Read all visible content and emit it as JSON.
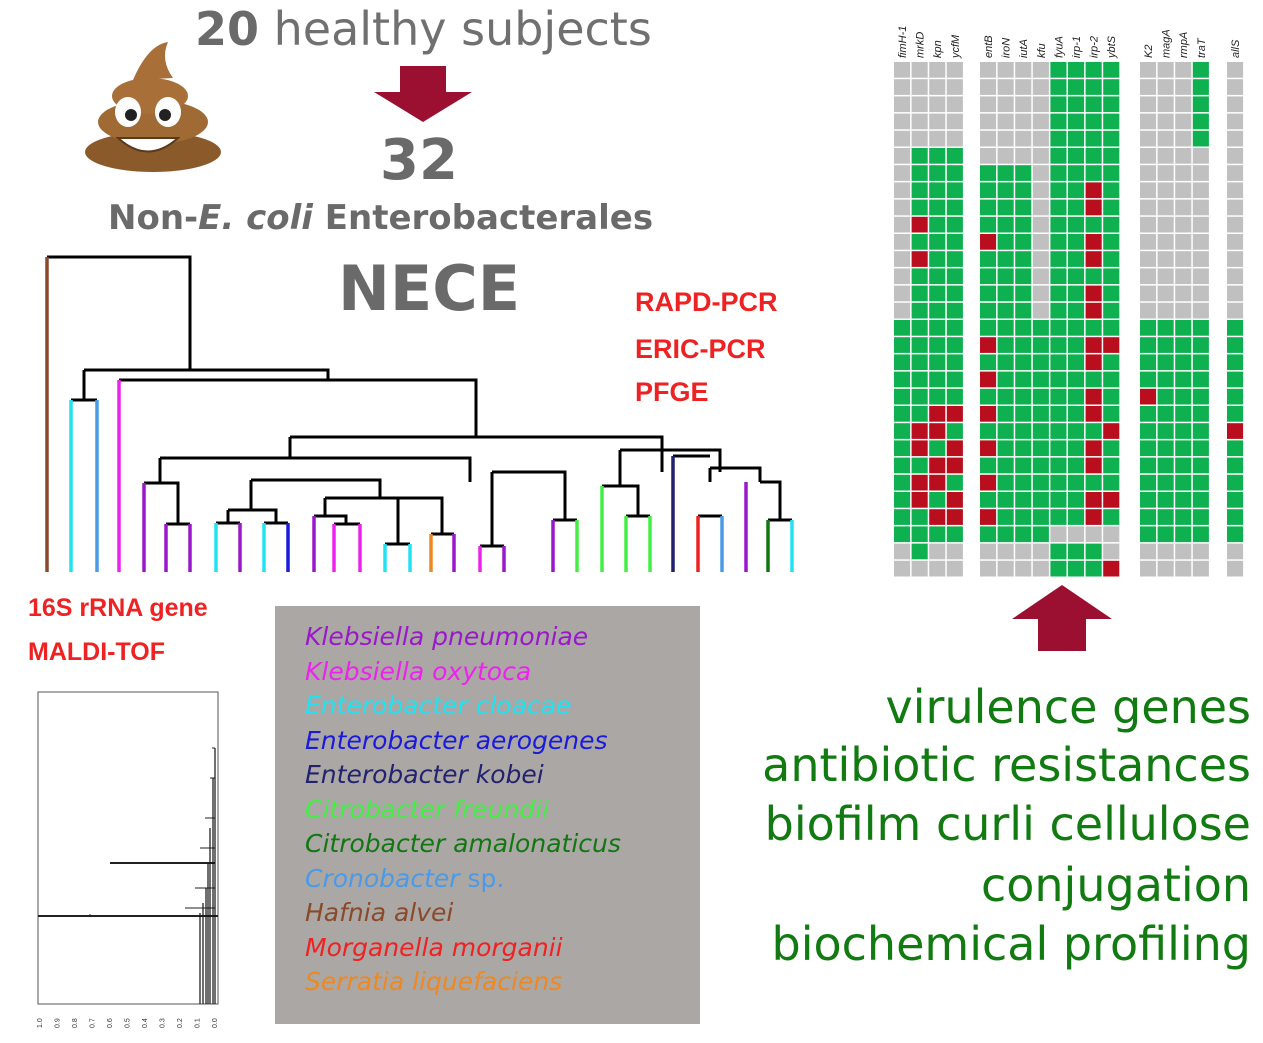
{
  "header": {
    "count_subjects": "20",
    "subjects_text": " healthy subjects",
    "isolates_count": "32",
    "group_prefix": "Non-",
    "group_italic": "E. coli",
    "group_suffix": " Enterobacterales",
    "acronym": "NECE"
  },
  "typing_methods": [
    "RAPD-PCR",
    "ERIC-PCR",
    "PFGE"
  ],
  "identification_methods": [
    "16S rRNA gene",
    "MALDI-TOF"
  ],
  "legend": [
    {
      "name": "Klebsiella pneumoniae",
      "color": "#9a18c9"
    },
    {
      "name": "Klebsiella oxytoca",
      "color": "#ee22ee"
    },
    {
      "name": "Enterobacter cloacae",
      "color": "#22e2f2"
    },
    {
      "name": "Enterobacter aerogenes",
      "color": "#1a1add"
    },
    {
      "name": "Enterobacter kobei",
      "color": "#22226e"
    },
    {
      "name": "Citrobacter freundii",
      "color": "#44ee44"
    },
    {
      "name": "Citrobacter amalonaticus",
      "color": "#117711"
    },
    {
      "name": "Cronobacter",
      "suffix": " sp.",
      "color": "#4a9ae8"
    },
    {
      "name": "Hafnia alvei",
      "color": "#8a4a2a"
    },
    {
      "name": "Morganella morganii",
      "color": "#ee2222"
    },
    {
      "name": "Serratia liquefaciens",
      "color": "#ee8822"
    }
  ],
  "gene_groups": [
    [
      "fimH-1",
      "mrkD",
      "kpn",
      "ycfM"
    ],
    [
      "entB",
      "iroN",
      "iutA",
      "kfu",
      "fyuA",
      "irp-1",
      "irp-2",
      "ybtS"
    ],
    [
      "K2",
      "magA",
      "rmpA",
      "traT"
    ],
    [
      "allS"
    ]
  ],
  "heatmap_colors": {
    "absent": "#c0c0c0",
    "present": "#0fb050",
    "highlight": "#b80e1e"
  },
  "outcomes": [
    "virulence genes",
    "antibiotic resistances",
    "biofilm curli cellulose",
    "conjugation",
    "biochemical profiling"
  ],
  "maldi_axis_ticks": [
    "1.0",
    "0.9",
    "0.8",
    "0.7",
    "0.6",
    "0.5",
    "0.4",
    "0.3",
    "0.2",
    "0.1",
    "0.0"
  ],
  "colors": {
    "title_gray": "#6a6a6a",
    "arrow": "#9b1030",
    "method_red": "#ee2222",
    "outcome_green": "#117a11"
  }
}
